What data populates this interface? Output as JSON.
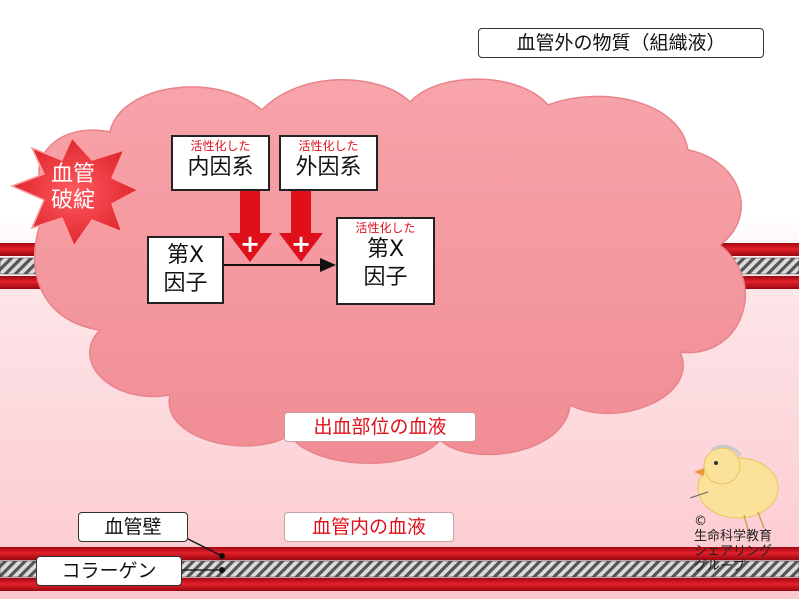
{
  "labels": {
    "outside_blood_vessel": "血管外の物質（組織液）",
    "bleeding_site_blood": "出血部位の血液",
    "inside_vessel_blood": "血管内の血液",
    "vessel_wall": "血管壁",
    "collagen": "コラーゲン",
    "vessel_rupture_line1": "血管",
    "vessel_rupture_line2": "破綻"
  },
  "factors": {
    "intrinsic": {
      "note": "活性化した",
      "name": "内因系"
    },
    "extrinsic": {
      "note": "活性化した",
      "name": "外因系"
    },
    "factor_x": {
      "line1": "第X",
      "line2": "因子"
    },
    "activated_factor_x": {
      "note": "活性化した",
      "line1": "第X",
      "line2": "因子"
    }
  },
  "plus_sign": "+",
  "copyright": {
    "symbol": "©",
    "line1": "生命科学教育",
    "line2": "シェアリング",
    "line3": "グループ"
  },
  "colors": {
    "cloud_fill": "#f4939a",
    "blood_pink": "#fdd6da",
    "vessel_red": "#c8101c",
    "arrow_red": "#e0101a",
    "burst_red": "#e8333a"
  }
}
